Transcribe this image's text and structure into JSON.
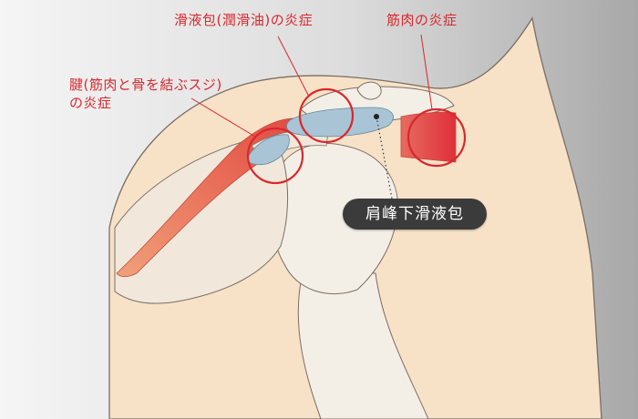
{
  "labels": {
    "synovial_bursa_inflammation": "滑液包(潤滑油)の炎症",
    "muscle_inflammation": "筋肉の炎症",
    "tendon_inflammation_line1": "腱(筋肉と骨を結ぶスジ)",
    "tendon_inflammation_line2": "の炎症"
  },
  "callout": {
    "text": "肩峰下滑液包"
  },
  "colors": {
    "background_dark": "#a9a9a9",
    "background_light": "#f4f4f4",
    "skin": "#f7e2c8",
    "skin_outline": "#7a6e64",
    "bone": "#f4efe6",
    "muscle": "#e2574a",
    "bursa": "#a9c4d4",
    "highlight_circle": "#d8282e",
    "callout_bg": "#3b3b3b"
  }
}
